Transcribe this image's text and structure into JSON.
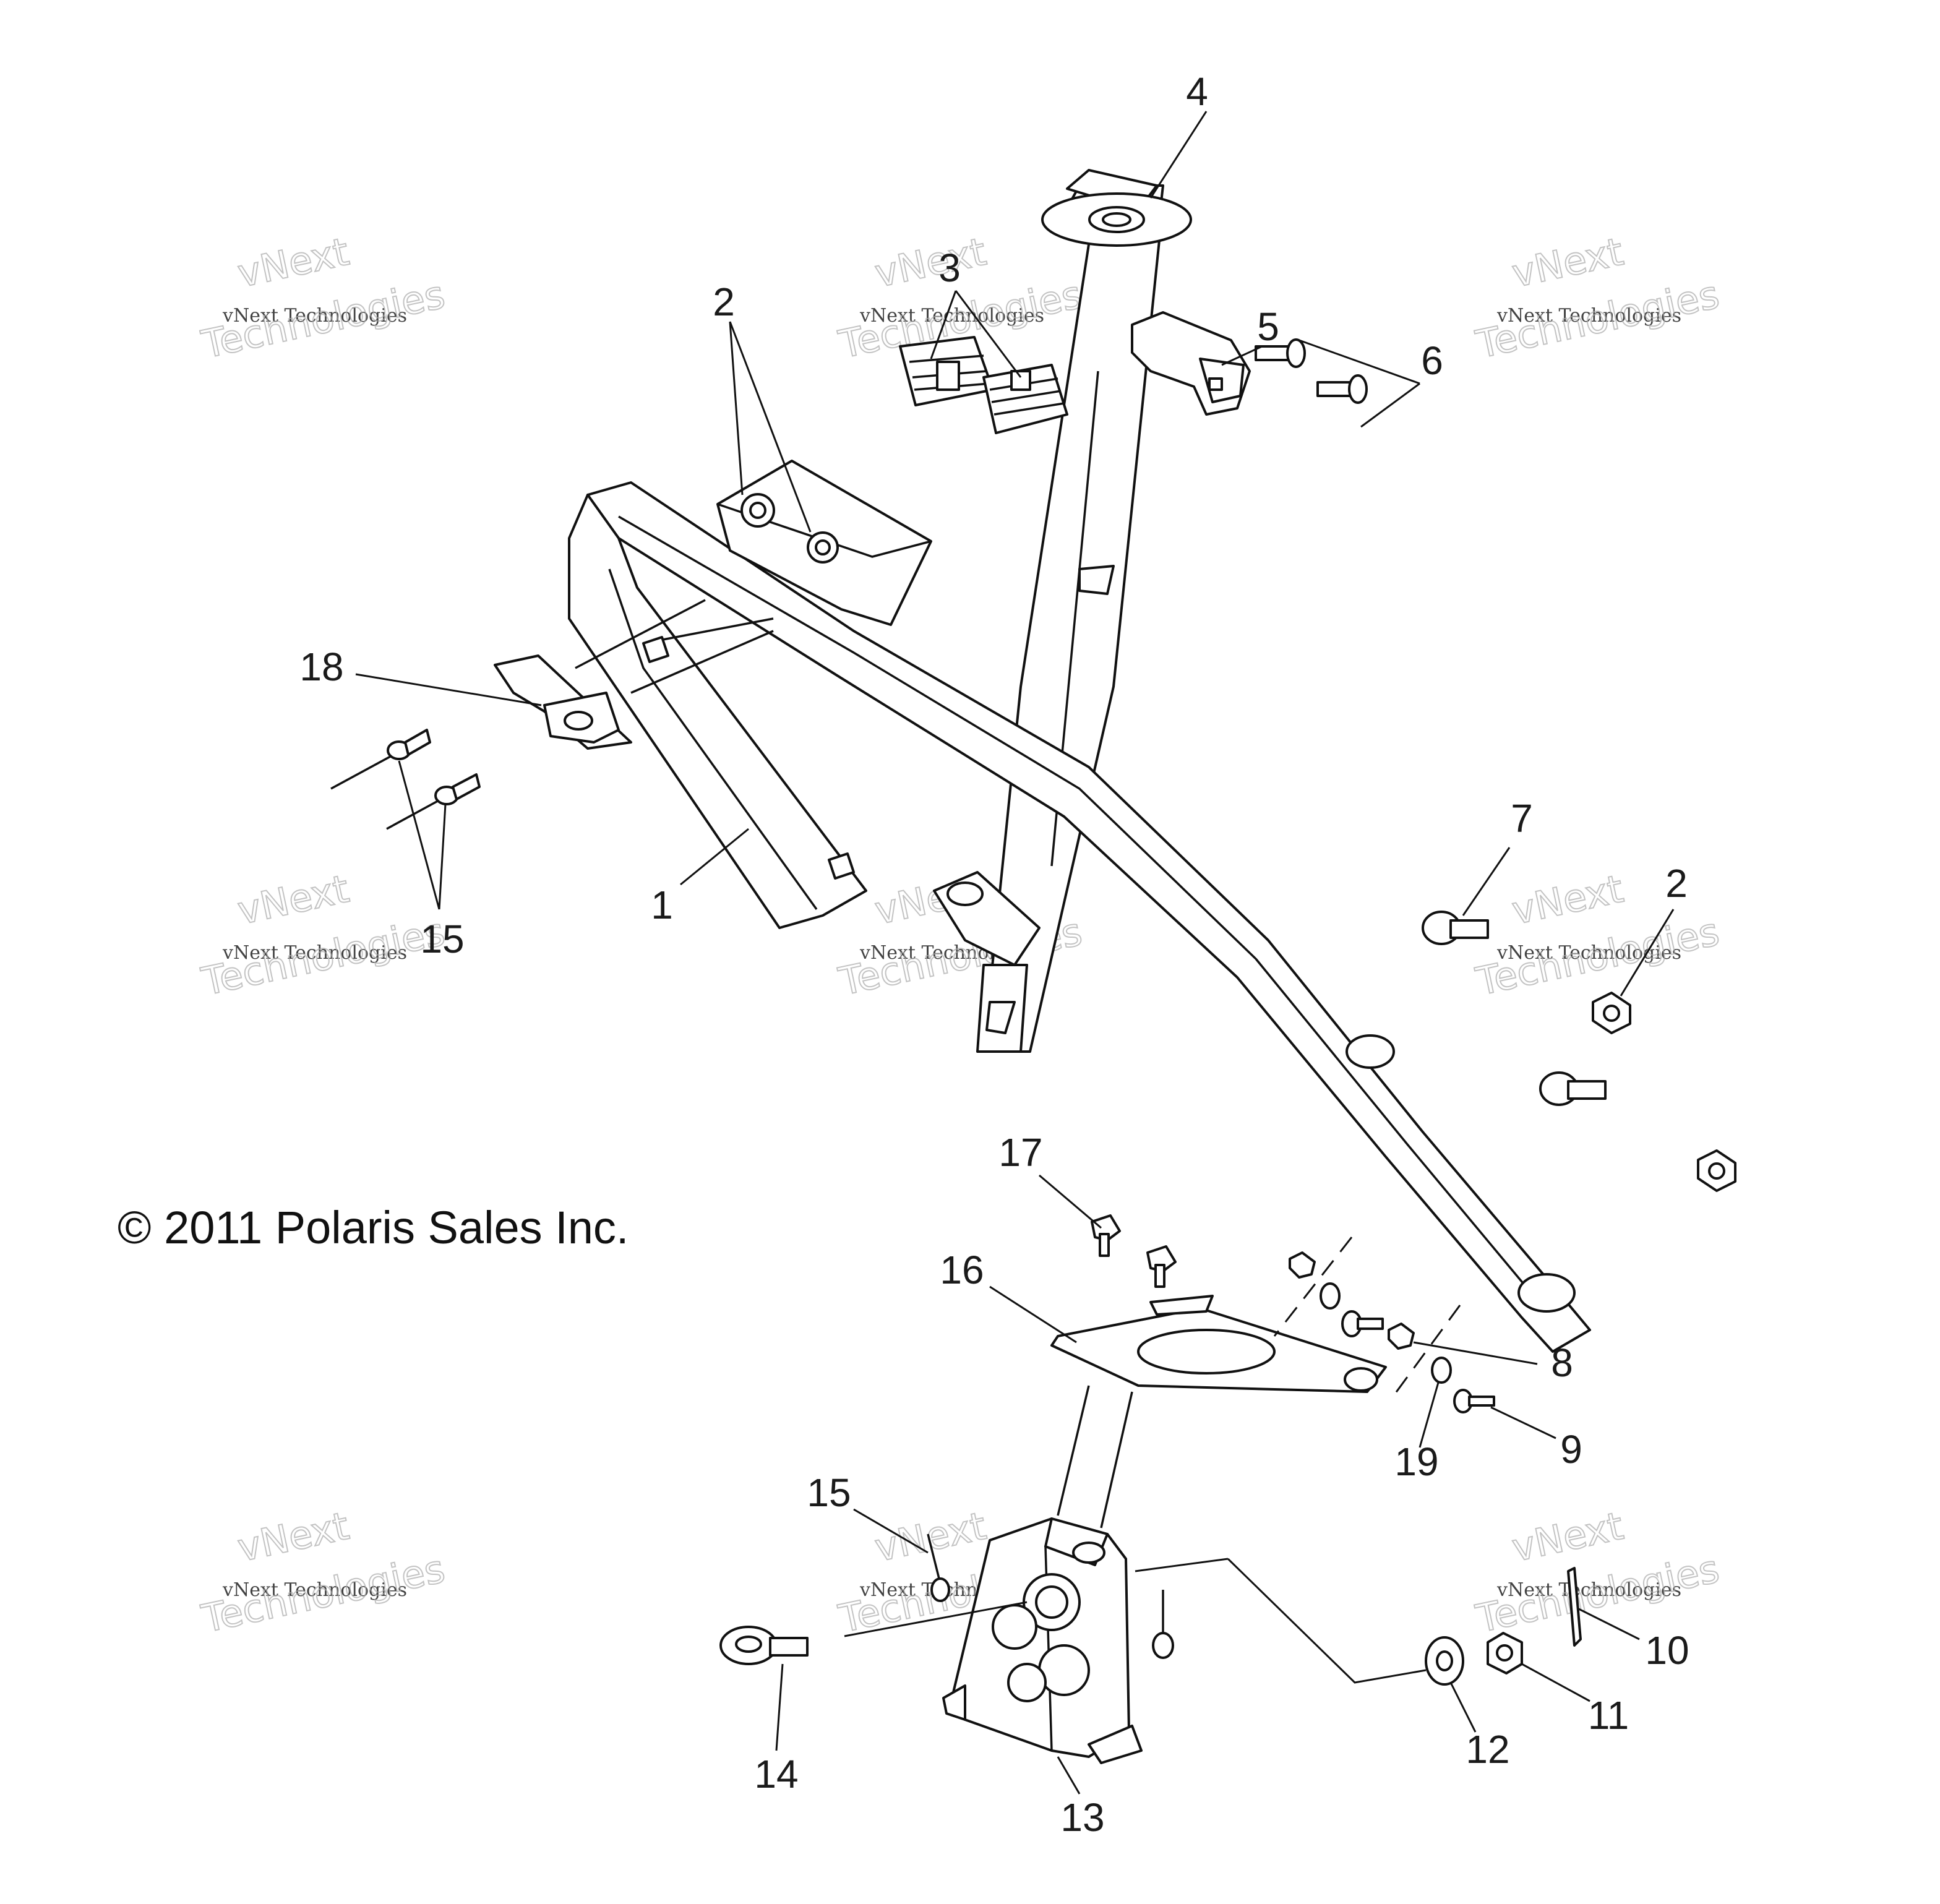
{
  "copyright": "© 2011 Polaris Sales Inc.",
  "watermark": {
    "line1": "vNext",
    "line2": "vNext Technologies",
    "line3": "Technologies"
  },
  "callouts": [
    "1",
    "2",
    "3",
    "4",
    "5",
    "6",
    "7",
    "2",
    "8",
    "9",
    "10",
    "11",
    "12",
    "13",
    "14",
    "15",
    "15",
    "16",
    "17",
    "18",
    "19"
  ]
}
